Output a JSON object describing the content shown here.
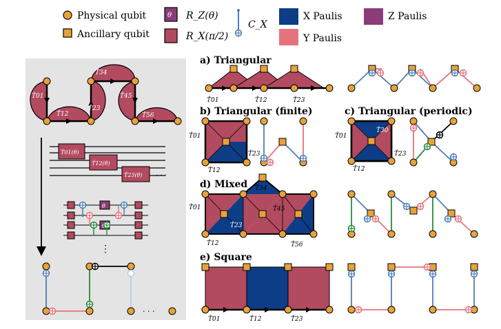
{
  "colors": {
    "x_pauli": "#0d3d86",
    "y_pauli": "#e5737c",
    "z_pauli": "#8a3d78",
    "region": "#b24a60",
    "qubit": "#e6a33c",
    "cx": "#4d7eb5",
    "cx_green": "#2b8a3e",
    "panel_bg": "#e4e4e4"
  },
  "legend": {
    "physical_qubit": "Physical qubit",
    "ancillary_qubit": "Ancillary qubit",
    "rz_symbol": "θ",
    "rz_label": "R_Z(θ)",
    "rx_label": "R_X(π/2)",
    "cx_label": "C_X",
    "x_paulis": "X Paulis",
    "y_paulis": "Y Paulis",
    "z_paulis": "Z Paulis"
  },
  "sections": {
    "a": "a) Triangular",
    "b": "b) Triangular (finite)",
    "c": "c) Triangular (periodic)",
    "d": "d) Mixed",
    "e": "e) Square"
  },
  "terms": {
    "t01": "T̂01",
    "t12": "T̂12",
    "t23": "T̂23",
    "t34": "T̂34",
    "t45": "T̂45",
    "t56": "T̂56",
    "t30": "T̂30"
  },
  "circuit": {
    "g1": "T̂01(θ)",
    "g2": "T̂12(θ)",
    "g3": "T̂23(θ)",
    "ellipsis": "· · ·",
    "theta": "θ"
  },
  "misc": {
    "dots": "· · ·",
    "vdots": "⋮"
  }
}
